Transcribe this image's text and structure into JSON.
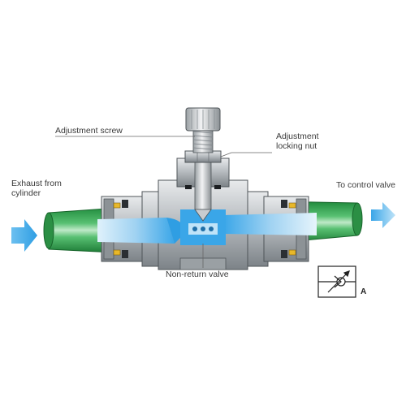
{
  "labels": {
    "adjustment_screw": "Adjustment screw",
    "adjustment_locking_nut_line1": "Adjustment",
    "adjustment_locking_nut_line2": "locking nut",
    "exhaust_line1": "Exhaust from",
    "exhaust_line2": "cylinder",
    "to_control_valve": "To control valve",
    "non_return_valve": "Non-return valve",
    "symbol_port": "A"
  },
  "colors": {
    "tube_green": "#2e9e4a",
    "tube_light": "#9fdcae",
    "flow_blue": "#3aa6e8",
    "flow_light": "#bfe3f8",
    "body_gray": "#b8bcc0",
    "body_dark": "#6e7478",
    "seal_yellow": "#e8b82a",
    "arrow_blue": "#3aa6e8"
  }
}
